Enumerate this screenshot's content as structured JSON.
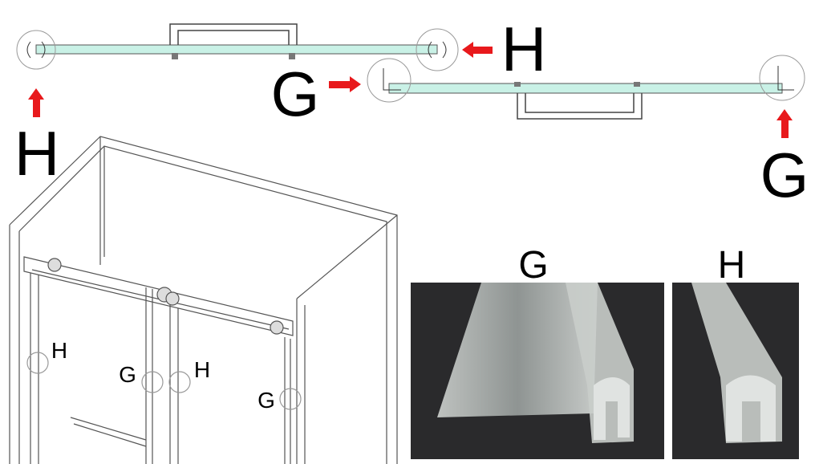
{
  "top_diagram": {
    "label_h_right": "H",
    "label_h_left": "H",
    "label_g_left": "G",
    "label_g_right": "G"
  },
  "shower_diagram": {
    "label_h_left": "H",
    "label_g_middle": "G",
    "label_h_middle": "H",
    "label_g_right": "G"
  },
  "photos": {
    "g_label": "G",
    "h_label": "H"
  },
  "colors": {
    "glass": "#c9f1e6",
    "arrow": "#e8191c",
    "photo_bg": "#2a2a2c"
  }
}
